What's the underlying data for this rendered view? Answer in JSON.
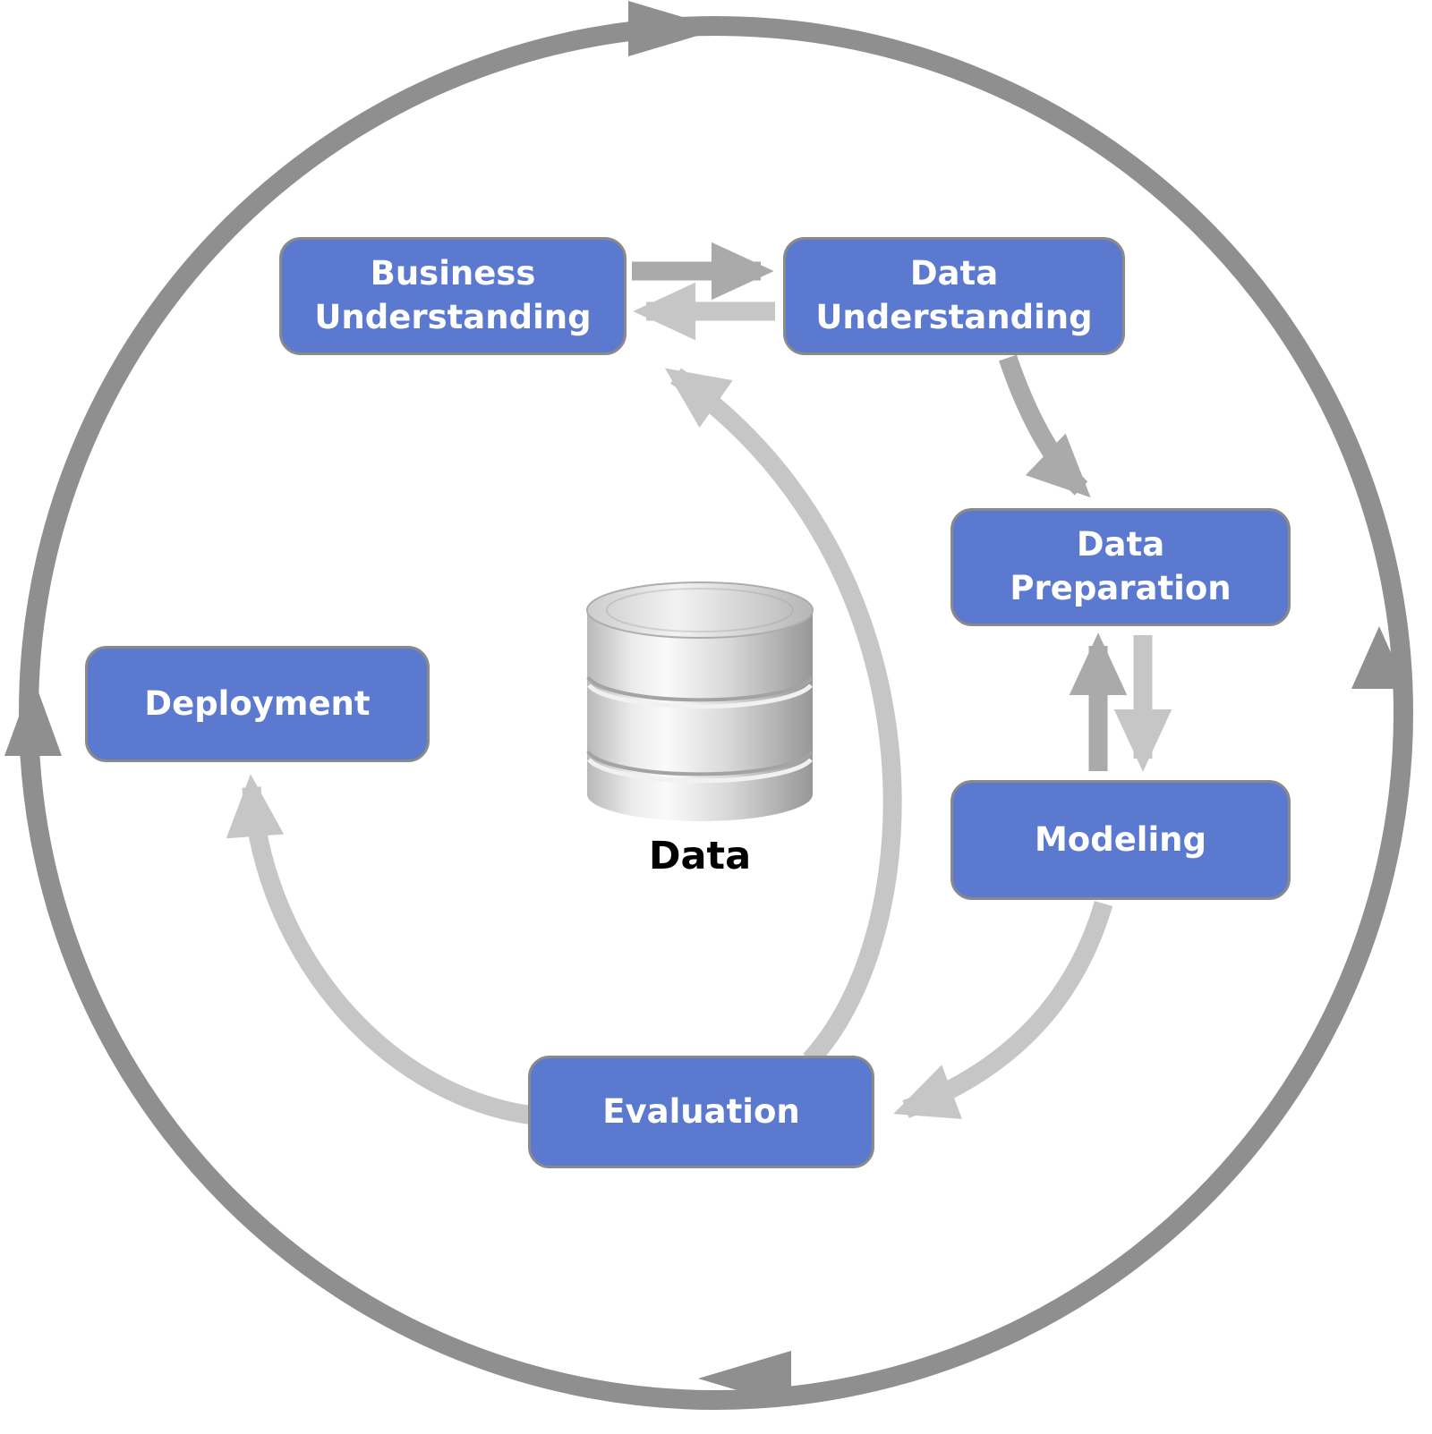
{
  "diagram": {
    "type": "process-cycle",
    "stages": [
      {
        "id": "business-understanding",
        "label": "Business Understanding"
      },
      {
        "id": "data-understanding",
        "label": "Data Understanding"
      },
      {
        "id": "data-preparation",
        "label": "Data Preparation"
      },
      {
        "id": "modeling",
        "label": "Modeling"
      },
      {
        "id": "evaluation",
        "label": "Evaluation"
      },
      {
        "id": "deployment",
        "label": "Deployment"
      }
    ],
    "center": {
      "label": "Data",
      "icon": "database-icon"
    },
    "flows": [
      {
        "from": "Business Understanding",
        "to": "Data Understanding",
        "style": "straight",
        "bidirectional": true
      },
      {
        "from": "Data Understanding",
        "to": "Data Preparation",
        "style": "curved",
        "bidirectional": false
      },
      {
        "from": "Data Preparation",
        "to": "Modeling",
        "style": "straight",
        "bidirectional": true
      },
      {
        "from": "Modeling",
        "to": "Evaluation",
        "style": "curved",
        "bidirectional": false
      },
      {
        "from": "Evaluation",
        "to": "Business Understanding",
        "style": "curved",
        "bidirectional": false
      },
      {
        "from": "Evaluation",
        "to": "Deployment",
        "style": "curved",
        "bidirectional": false
      }
    ],
    "outer_cycle": {
      "arrowheads": 4
    }
  },
  "colors": {
    "box_fill": "#5b79cf",
    "box_border": "#8a8a8a",
    "box_text": "#ffffff",
    "outer_circle": "#8f8f8f",
    "arrow_dark": "#aaaaaa",
    "arrow_light": "#c6c6c6",
    "data_label": "#000000",
    "background": "#ffffff"
  }
}
